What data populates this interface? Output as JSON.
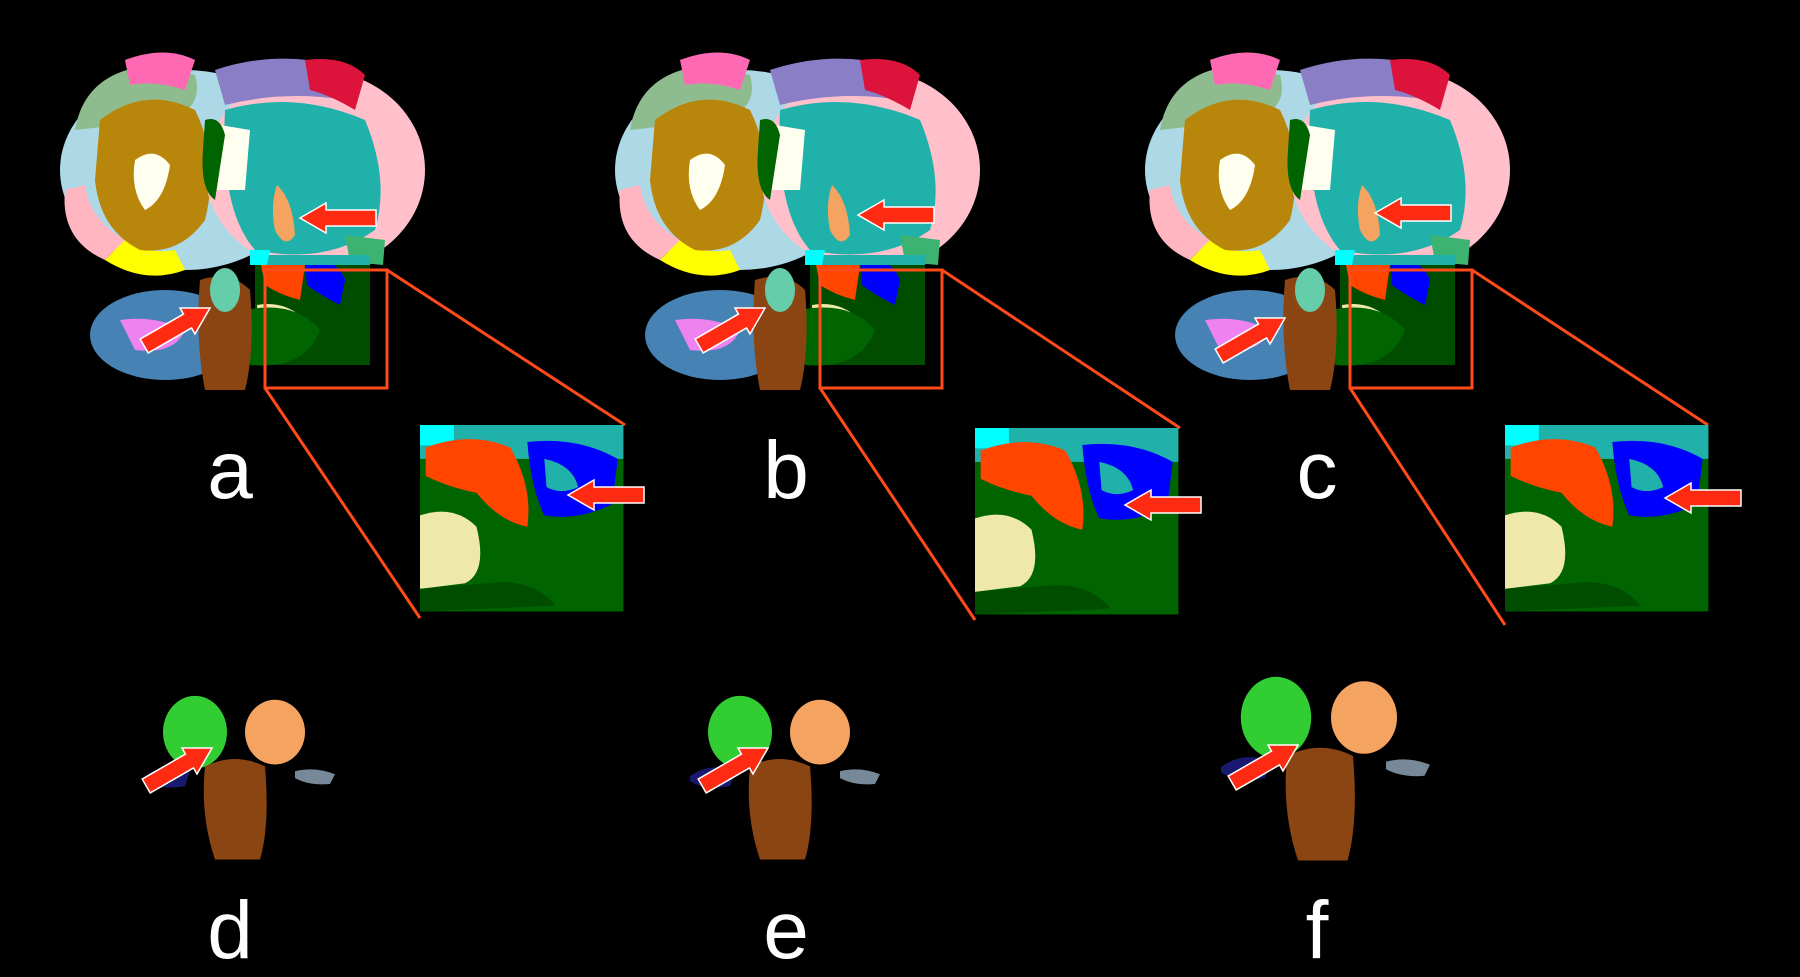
{
  "panels": [
    {
      "id": "a",
      "label": "a"
    },
    {
      "id": "b",
      "label": "b"
    },
    {
      "id": "c",
      "label": "c"
    },
    {
      "id": "d",
      "label": "d"
    },
    {
      "id": "e",
      "label": "e"
    },
    {
      "id": "f",
      "label": "f"
    }
  ],
  "colors": {
    "background": "#000000",
    "arrow": "#ff2a12",
    "zoom_box": "#ff4a1a",
    "white_matter_left": "#b8860b",
    "white_matter_right": "#20b2aa",
    "ventricle": "#fffff0",
    "brainstem": "#8b4513",
    "cerebellum_left": "#4682b4",
    "cerebellum_right": "#006400",
    "temporal_orange": "#ff4500",
    "temporal_blue": "#0000ff",
    "thalamus_green": "#32cd32",
    "thalamus_tan": "#f4a460"
  },
  "icons": [
    "red-arrow-icon"
  ]
}
